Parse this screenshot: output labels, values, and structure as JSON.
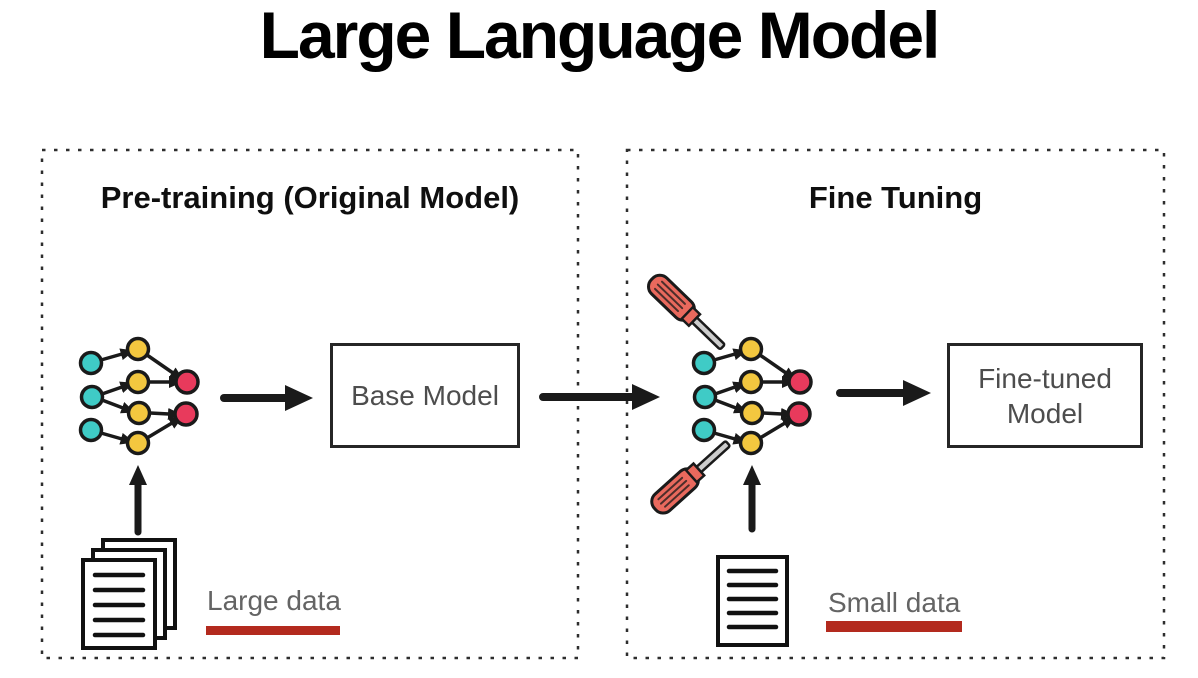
{
  "title": "Large Language Model",
  "sections": {
    "pretraining": {
      "heading": "Pre-training (Original Model)",
      "model_box_label": "Base Model",
      "data_label": "Large data"
    },
    "finetuning": {
      "heading": "Fine Tuning",
      "model_box_label": "Fine-tuned Model",
      "data_label": "Small data"
    }
  },
  "colors": {
    "node_teal": "#3fcbc6",
    "node_yellow": "#f3c73f",
    "node_red": "#e83a5c",
    "outline": "#1a1a1a",
    "screwdriver_handle": "#e9695d",
    "screwdriver_shaft": "#cccccc",
    "underline_red": "#b32a1e",
    "dashed_border": "#2e2e2e",
    "label_gray": "#646464",
    "box_text_gray": "#4d4d4d"
  },
  "icons": {
    "network": "neural-network-icon",
    "screwdriver": "screwdriver-icon",
    "document_stack": "document-stack-icon",
    "document": "document-icon",
    "arrow": "arrow-icon"
  }
}
